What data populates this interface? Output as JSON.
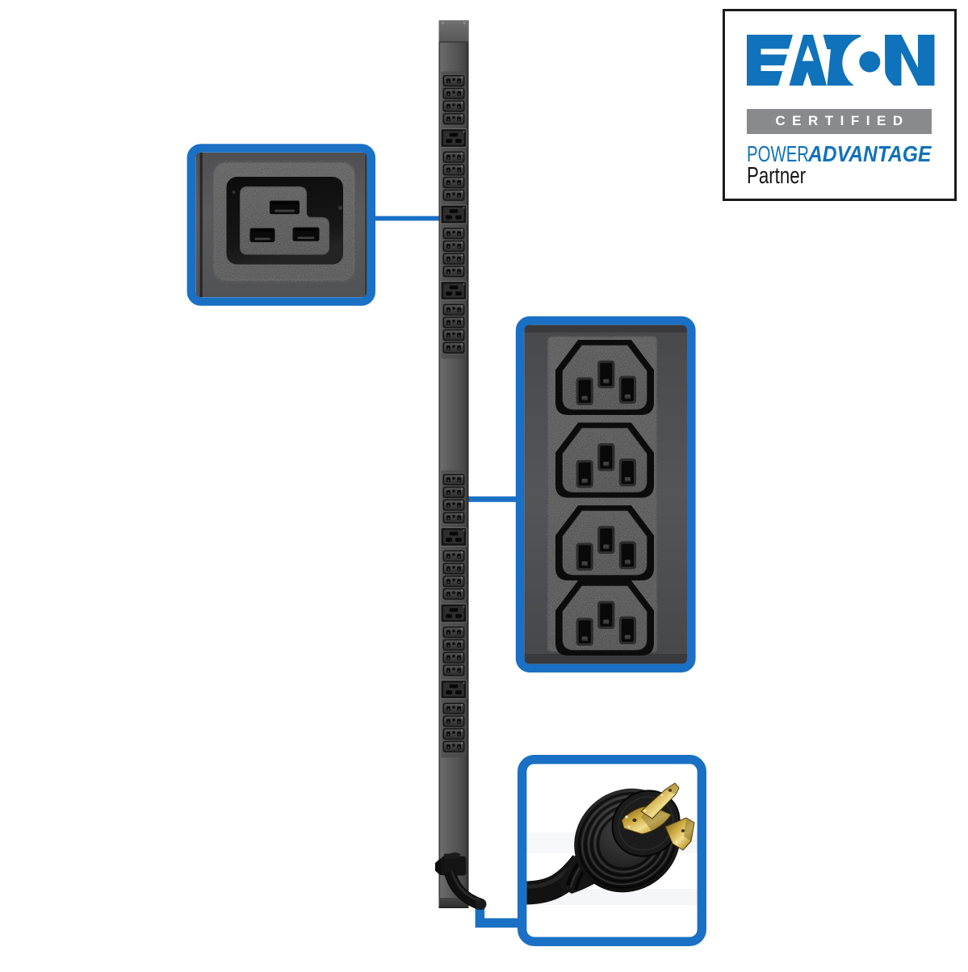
{
  "page": {
    "background": "#ffffff",
    "kind": "product-image"
  },
  "badge": {
    "brand_logo_text": "EATON",
    "certified_label": "CERTIFIED",
    "program_line": {
      "power": "POWER",
      "advantage": "ADVANTAGE"
    },
    "partner_label": "Partner",
    "colors": {
      "eaton_blue": "#0f72ba",
      "certified_bar_gray": "#898a8c",
      "border_black": "#1b1b1b",
      "partner_text": "#141414"
    }
  },
  "figure": {
    "subject": "vertical rack PDU with power outlets",
    "accent_blue": "#1a70c4",
    "pdu_strip": {
      "orientation": "vertical",
      "c13_outlet_count": 32,
      "c19_outlet_count": 6,
      "outlet_pattern_per_section": [
        "4x C13",
        "C19",
        "4x C13",
        "C19",
        "4x C13",
        "C19",
        "4x C13"
      ],
      "sections": 2,
      "power_cord": "exits at bottom left of strip"
    },
    "callouts": [
      {
        "id": "c19-outlet",
        "content": "close-up of one C19 outlet",
        "position": "left"
      },
      {
        "id": "c13-outlet-group",
        "content": "close-up of four C13 outlets",
        "position": "middle-right"
      },
      {
        "id": "power-plug",
        "content": "close-up of twist-lock power plug with brass blades",
        "position": "bottom-right"
      }
    ]
  }
}
